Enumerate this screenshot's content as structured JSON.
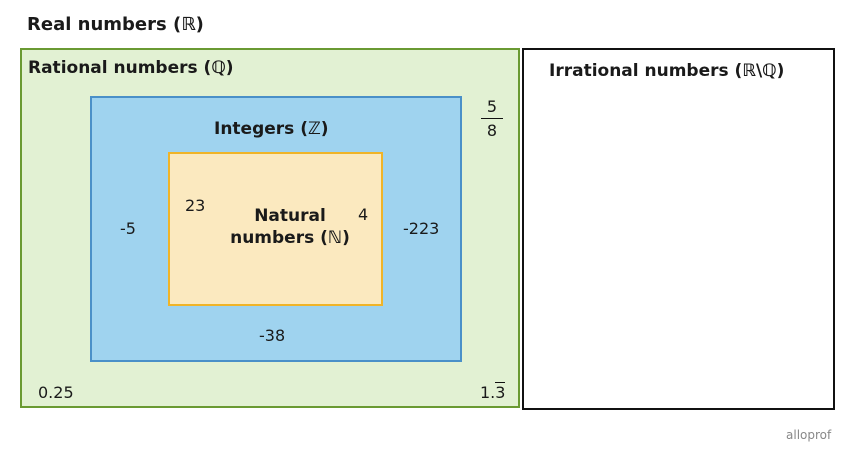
{
  "title": "Real numbers (ℝ)",
  "sets": {
    "rational": "Rational numbers (ℚ)",
    "irrational": "Irrational numbers (ℝ\\ℚ)",
    "integers": "Integers (ℤ)",
    "natural_line1": "Natural",
    "natural_line2": "numbers (ℕ)"
  },
  "numbers": {
    "n23": "23",
    "n4": "4",
    "nm5": "-5",
    "nm223": "-223",
    "nm38": "-38",
    "n025": "0.25",
    "n13_int": "1.",
    "n13_rep": "3",
    "frac_num": "5",
    "frac_den": "8"
  },
  "brand": "alloprof"
}
